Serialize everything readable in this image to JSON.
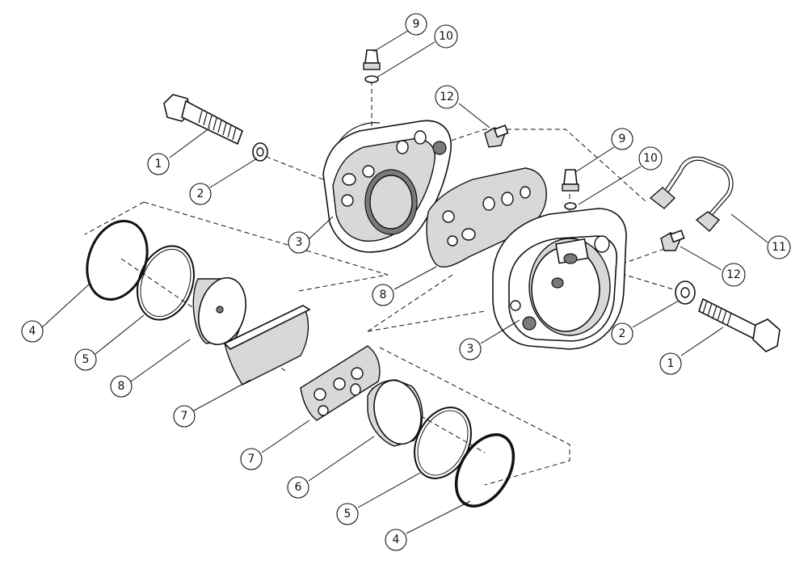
{
  "callouts": [
    {
      "id": "c9a",
      "label": "9"
    },
    {
      "id": "c10a",
      "label": "10"
    },
    {
      "id": "c12a",
      "label": "12"
    },
    {
      "id": "c1a",
      "label": "1"
    },
    {
      "id": "c2a",
      "label": "2"
    },
    {
      "id": "c3a",
      "label": "3"
    },
    {
      "id": "c4a",
      "label": "4"
    },
    {
      "id": "c5a",
      "label": "5"
    },
    {
      "id": "c6a",
      "label": "8"
    },
    {
      "id": "c7a",
      "label": "7"
    },
    {
      "id": "c8",
      "label": "8"
    },
    {
      "id": "c9b",
      "label": "9"
    },
    {
      "id": "c10b",
      "label": "10"
    },
    {
      "id": "c11",
      "label": "11"
    },
    {
      "id": "c12b",
      "label": "12"
    },
    {
      "id": "c2b",
      "label": "2"
    },
    {
      "id": "c1b",
      "label": "1"
    },
    {
      "id": "c3b",
      "label": "3"
    },
    {
      "id": "c7b",
      "label": "7"
    },
    {
      "id": "c6b",
      "label": "6"
    },
    {
      "id": "c5b",
      "label": "5"
    },
    {
      "id": "c4b",
      "label": "4"
    }
  ]
}
